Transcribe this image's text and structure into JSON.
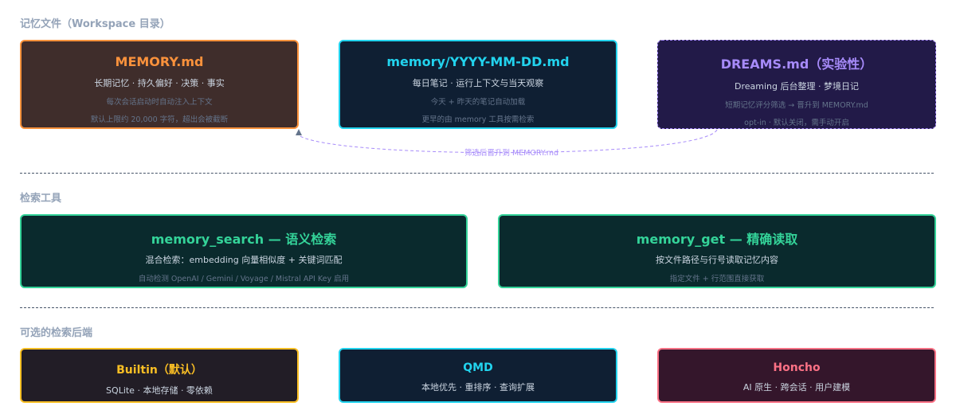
{
  "colors": {
    "memory": "#fb923c",
    "daily": "#22d3ee",
    "dreams": "#a78bfa",
    "tools": "#34d399",
    "builtin": "#fbbf24",
    "qmd": "#22d3ee",
    "honcho": "#fb7185"
  },
  "sections": {
    "workspace": "记忆文件（Workspace 目录）",
    "tools": "检索工具",
    "backends": "可选的检索后端"
  },
  "workspace": {
    "memory": {
      "title": "MEMORY.md",
      "line1": "长期记忆 · 持久偏好 · 决策 · 事实",
      "line2": "每次会话启动时自动注入上下文",
      "line3": "默认上限约 20,000 字符，超出会被截断"
    },
    "daily": {
      "title": "memory/YYYY-MM-DD.md",
      "line1": "每日笔记 · 运行上下文与当天观察",
      "line2": "今天 + 昨天的笔记自动加载",
      "line3": "更早的由 memory 工具按需检索"
    },
    "dreams": {
      "title": "DREAMS.md（实验性）",
      "line1": "Dreaming 后台整理 · 梦境日记",
      "line2": "短期记忆评分筛选 → 晋升到 MEMORY.md",
      "line3": "opt-in · 默认关闭，需手动开启"
    },
    "arrow_label": "筛选后晋升到 MEMORY.md"
  },
  "tools": {
    "search": {
      "title": "memory_search — 语义检索",
      "line1": "混合检索：embedding 向量相似度 + 关键词匹配",
      "line2": "自动检测 OpenAI / Gemini / Voyage / Mistral API Key 启用"
    },
    "get": {
      "title": "memory_get — 精确读取",
      "line1": "按文件路径与行号读取记忆内容",
      "line2": "指定文件 + 行范围直接获取"
    }
  },
  "backends": {
    "builtin": {
      "title": "Builtin（默认）",
      "line1": "SQLite · 本地存储 · 零依赖"
    },
    "qmd": {
      "title": "QMD",
      "line1": "本地优先 · 重排序 · 查询扩展"
    },
    "honcho": {
      "title": "Honcho",
      "line1": "AI 原生 · 跨会话 · 用户建模"
    }
  }
}
